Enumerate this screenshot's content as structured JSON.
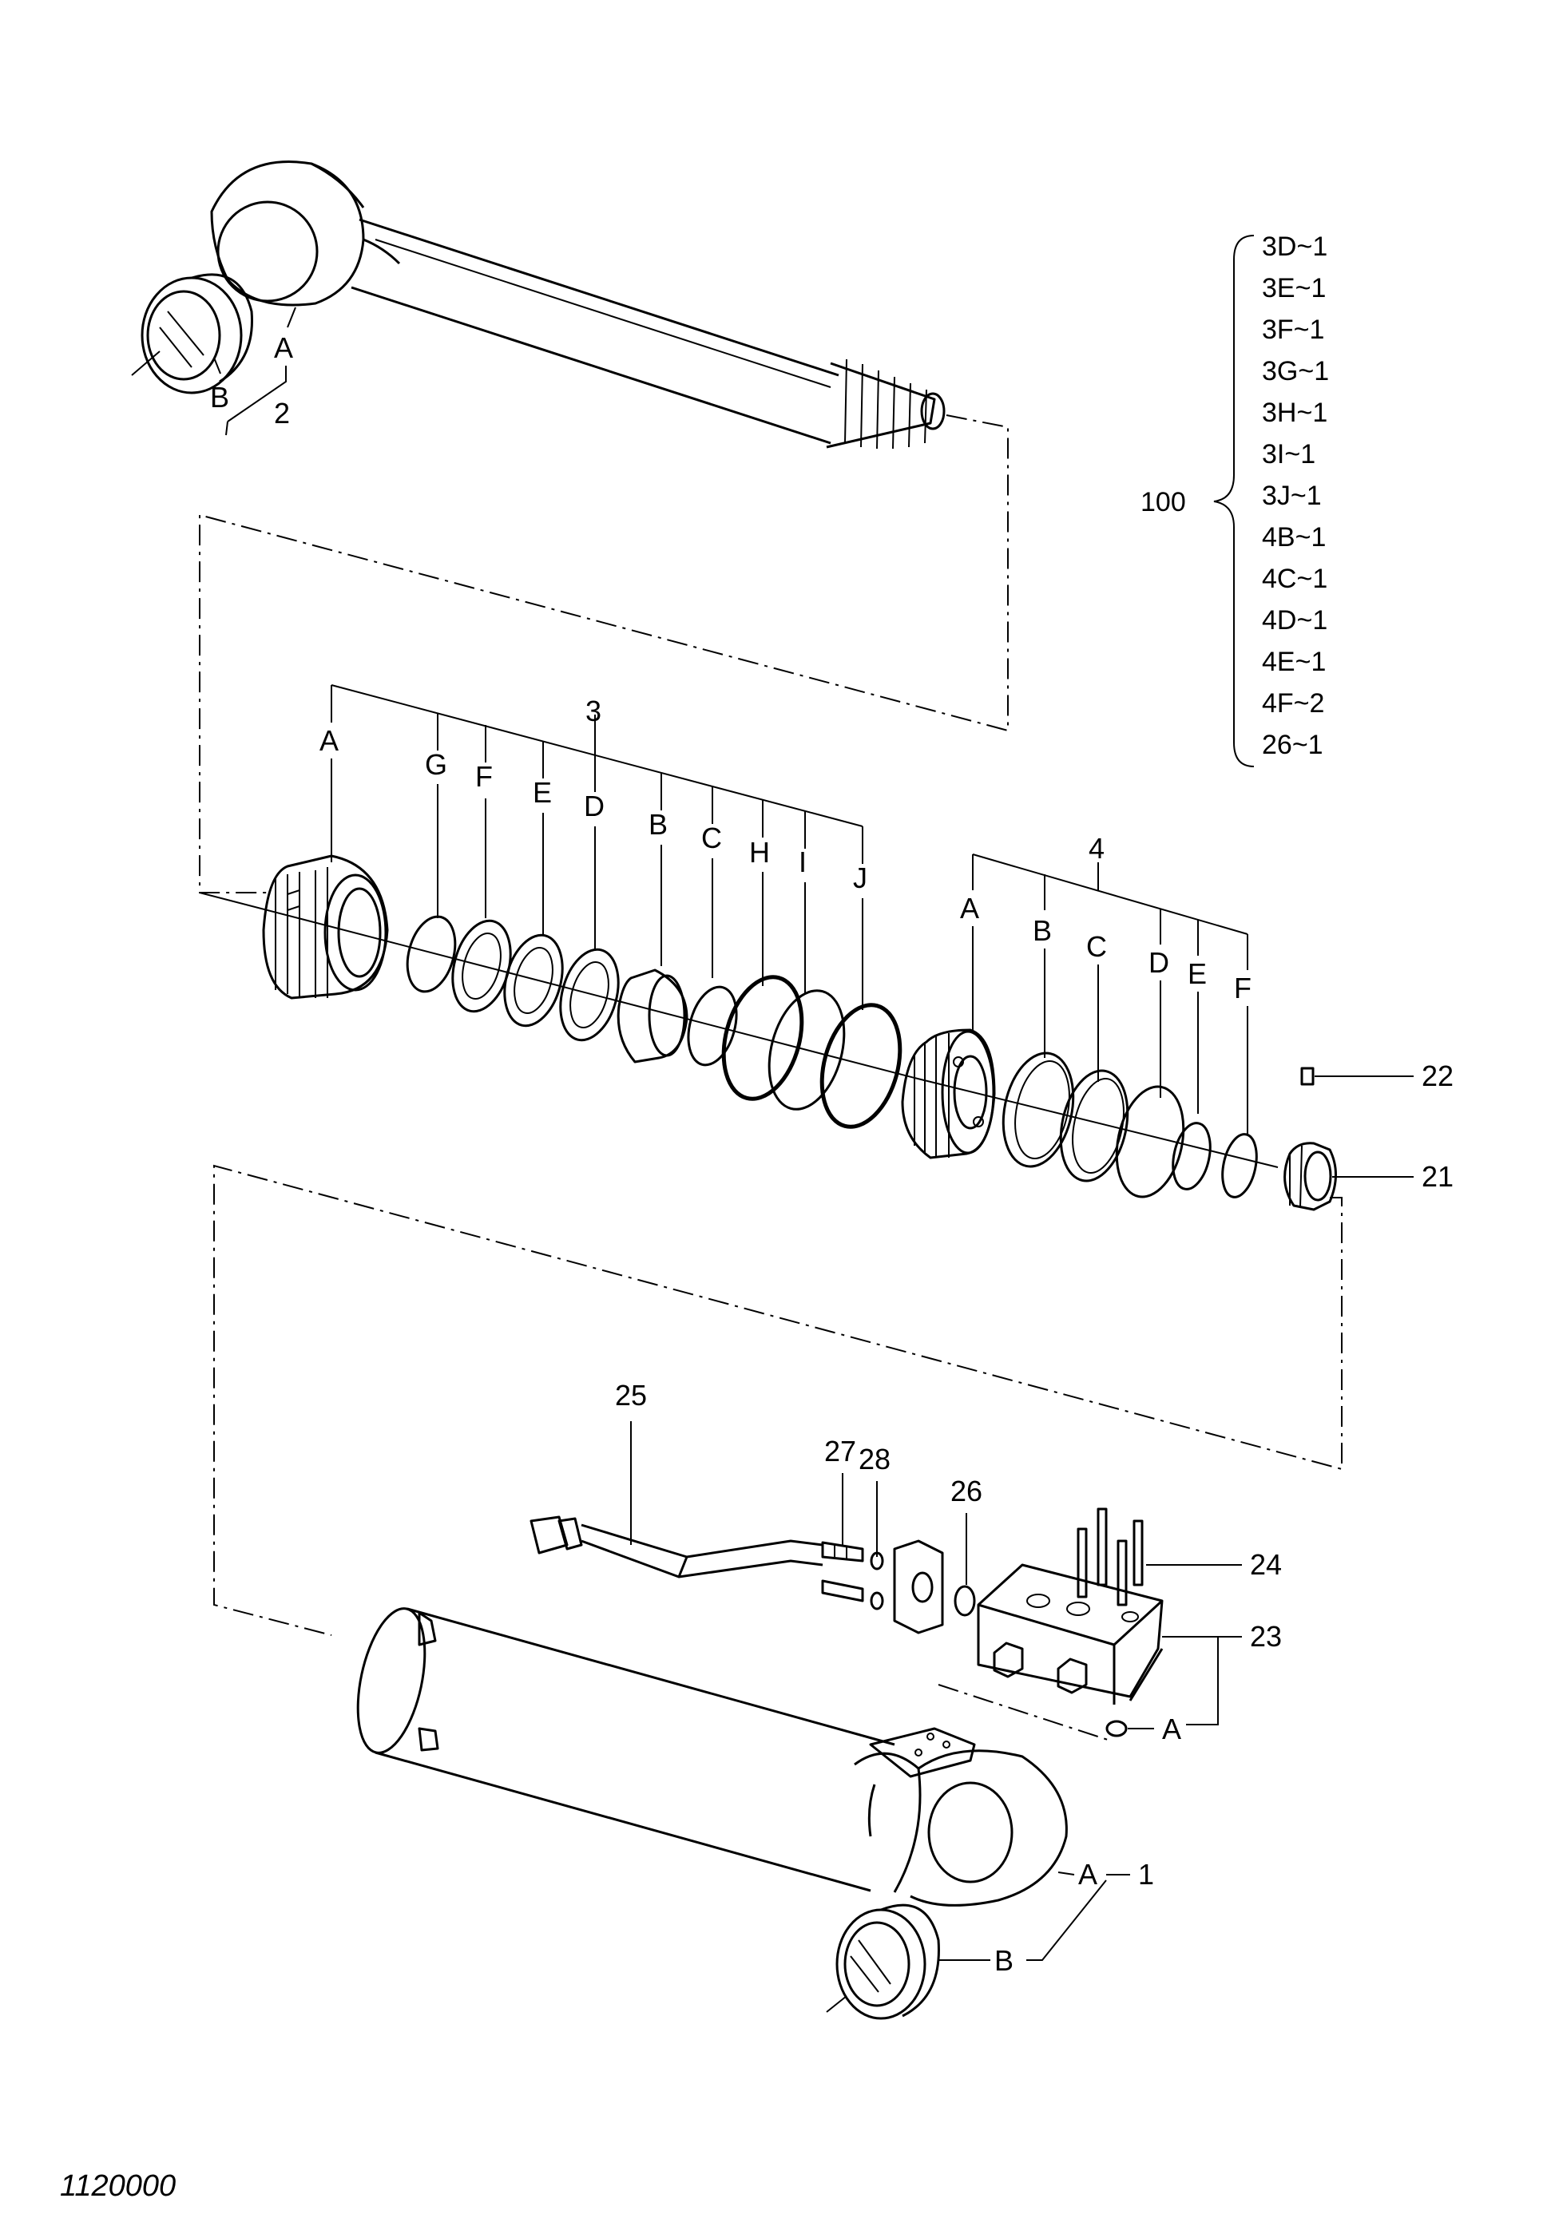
{
  "rod_assembly": {
    "label_A": "A",
    "label_B": "B",
    "number": "2"
  },
  "piston_group": {
    "number": "3",
    "letters": [
      "A",
      "G",
      "F",
      "E",
      "D",
      "B",
      "C",
      "H",
      "I",
      "J"
    ]
  },
  "piston_seal_group": {
    "number": "4",
    "letters": [
      "A",
      "B",
      "C",
      "D",
      "E",
      "F"
    ]
  },
  "seal_kit": {
    "number": "100",
    "items": [
      "3D~1",
      "3E~1",
      "3F~1",
      "3G~1",
      "3H~1",
      "3I~1",
      "3J~1",
      "4B~1",
      "4C~1",
      "4D~1",
      "4E~1",
      "4F~2",
      "26~1"
    ]
  },
  "callouts": {
    "p21": "21",
    "p22": "22",
    "p23": "23",
    "p24": "24",
    "p25": "25",
    "p26": "26",
    "p27": "27",
    "p28": "28",
    "p23A": "A"
  },
  "cylinder_tube": {
    "label_A": "A",
    "label_B": "B",
    "number": "1"
  },
  "drawing_code": "1120000"
}
